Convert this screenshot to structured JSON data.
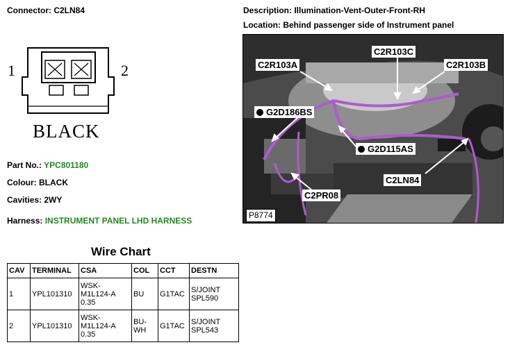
{
  "connector": {
    "label": "Connector: C2LN84"
  },
  "description": {
    "label": "Description: Illumination-Vent-Outer-Front-RH"
  },
  "location": {
    "label": "Location: Behind passenger side of Instrument panel"
  },
  "diagram": {
    "pin_left": "1",
    "pin_right": "2",
    "connector_color": "BLACK"
  },
  "details": {
    "part_no_label": "Part No.:",
    "part_no_value": "YPC801180",
    "colour_label": "Colour:",
    "colour_value": "BLACK",
    "cavities_label": "Cavities:",
    "cavities_value": "2WY",
    "harness_label": "Harness:",
    "harness_value": "INSTRUMENT PANEL LHD HARNESS"
  },
  "wire_chart": {
    "title": "Wire Chart",
    "headers": [
      "CAV",
      "TERMINAL",
      "CSA",
      "COL",
      "CCT",
      "DESTN"
    ],
    "rows": [
      [
        "1",
        "YPL101310",
        "WSK-M1L124-A 0.35",
        "BU",
        "G1TAC",
        "S/JOINT SPL590"
      ],
      [
        "2",
        "YPL101310",
        "WSK-M1L124-A 0.35",
        "BU-WH",
        "G1TAC",
        "S/JOINT SPL543"
      ]
    ]
  },
  "photo": {
    "callouts": {
      "c2r103c": "C2R103C",
      "c2r103a": "C2R103A",
      "c2r103b": "C2R103B",
      "g2d186bs": "G2D186BS",
      "g2d115as": "G2D115AS",
      "c2ln84": "C2LN84",
      "c2pr08": "C2PR08",
      "ref": "P8774"
    }
  },
  "colors": {
    "green_text": "#1f8a1f",
    "harness_wire": "#b05ad0"
  }
}
